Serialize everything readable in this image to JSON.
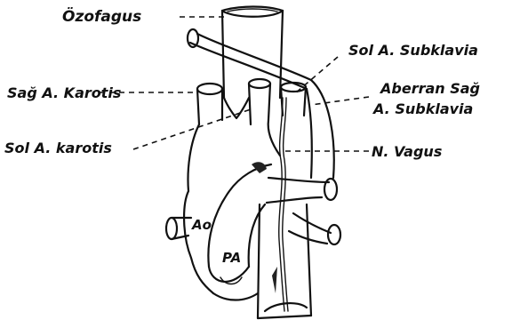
{
  "labels": {
    "ozofagus": "Özofagus",
    "sol_subklavia": "Sol A. Subklavia",
    "sag_karotis": "Sağ A. Karotis",
    "aberran_line1": "Aberran Sağ",
    "aberran_line2": "A. Subklavia",
    "sol_karotis": "Sol A. karotis",
    "n_vagus": "N. Vagus",
    "ao": "Ao",
    "pa": "PA"
  }
}
